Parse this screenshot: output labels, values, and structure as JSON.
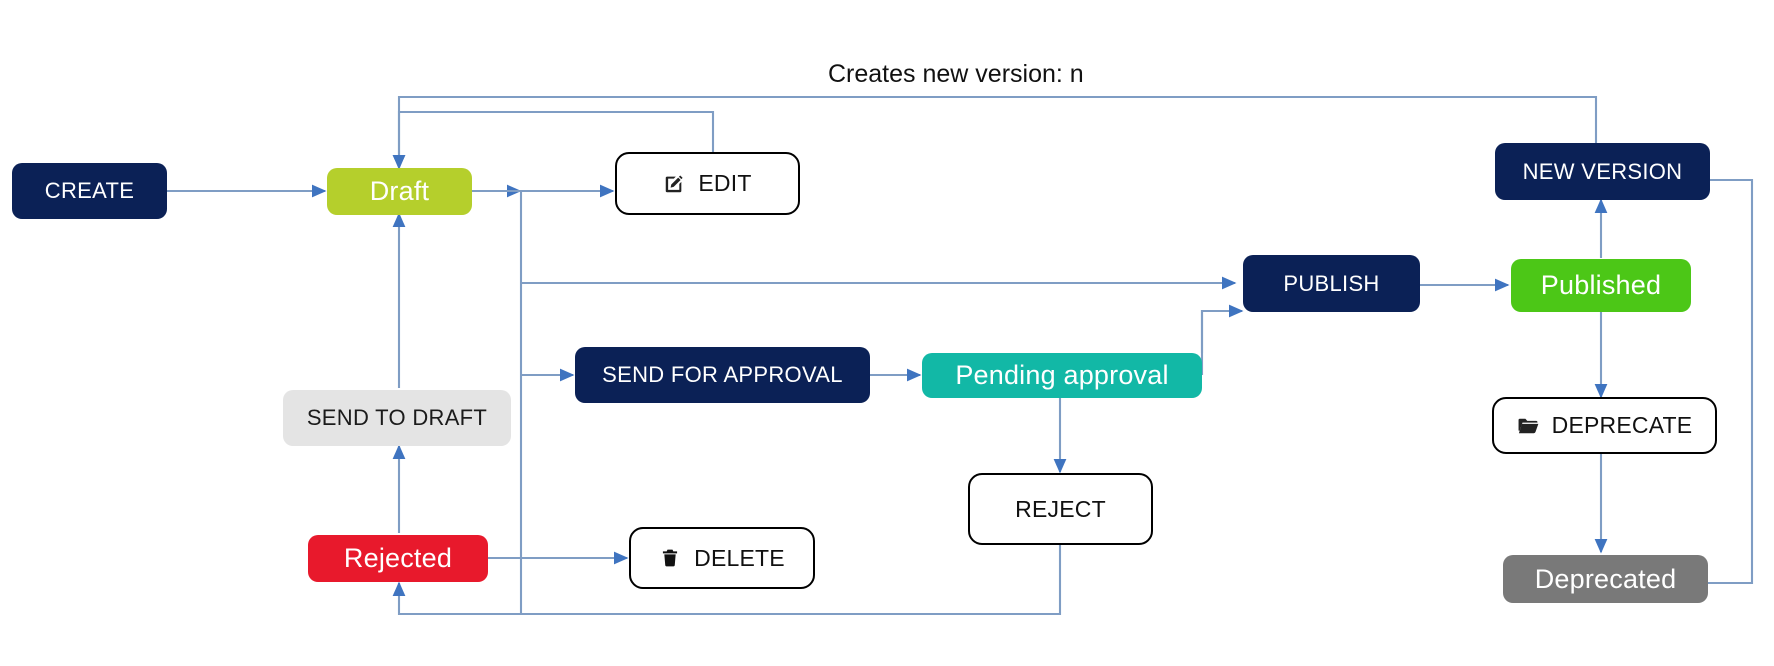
{
  "diagram": {
    "title_annotation": "Creates new version: n",
    "line_color": "#7f9dc4",
    "arrow_color": "#3f74c0",
    "palette": {
      "navy": "#0b2156",
      "olive": "#b5cf2c",
      "green": "#4cc717",
      "teal": "#12b8a6",
      "red": "#e8192c",
      "grey": "#797979",
      "light_grey": "#e4e4e4",
      "outline_black": "#000000",
      "background": "#ffffff"
    },
    "nodes": [
      {
        "id": "create",
        "label": "CREATE",
        "kind": "action",
        "style": "navy"
      },
      {
        "id": "draft",
        "label": "Draft",
        "kind": "state",
        "style": "olive"
      },
      {
        "id": "edit",
        "label": "EDIT",
        "kind": "button",
        "style": "outline",
        "icon": "edit-square-pencil-icon"
      },
      {
        "id": "publish",
        "label": "PUBLISH",
        "kind": "action",
        "style": "navy"
      },
      {
        "id": "published",
        "label": "Published",
        "kind": "state",
        "style": "green"
      },
      {
        "id": "send-for-approval",
        "label": "SEND FOR APPROVAL",
        "kind": "action",
        "style": "navy"
      },
      {
        "id": "pending-approval",
        "label": "Pending approval",
        "kind": "state",
        "style": "teal"
      },
      {
        "id": "send-to-draft",
        "label": "SEND TO DRAFT",
        "kind": "action",
        "style": "light-grey"
      },
      {
        "id": "rejected",
        "label": "Rejected",
        "kind": "state",
        "style": "red"
      },
      {
        "id": "delete",
        "label": "DELETE",
        "kind": "button",
        "style": "outline",
        "icon": "trash-can-icon"
      },
      {
        "id": "reject",
        "label": "REJECT",
        "kind": "button",
        "style": "outline"
      },
      {
        "id": "new-version",
        "label": "NEW VERSION",
        "kind": "action",
        "style": "navy"
      },
      {
        "id": "deprecate",
        "label": "DEPRECATE",
        "kind": "button",
        "style": "outline",
        "icon": "folder-icon"
      },
      {
        "id": "deprecated",
        "label": "Deprecated",
        "kind": "state",
        "style": "grey"
      }
    ],
    "edges": [
      {
        "from": "create",
        "to": "draft"
      },
      {
        "from": "draft",
        "to": "edit"
      },
      {
        "from": "edit",
        "to": "draft"
      },
      {
        "from": "draft",
        "to": "publish"
      },
      {
        "from": "publish",
        "to": "published"
      },
      {
        "from": "draft",
        "to": "send-for-approval"
      },
      {
        "from": "send-for-approval",
        "to": "pending-approval"
      },
      {
        "from": "pending-approval",
        "to": "publish"
      },
      {
        "from": "pending-approval",
        "to": "reject"
      },
      {
        "from": "reject",
        "to": "rejected"
      },
      {
        "from": "rejected",
        "to": "delete"
      },
      {
        "from": "rejected",
        "to": "send-to-draft"
      },
      {
        "from": "send-to-draft",
        "to": "draft"
      },
      {
        "from": "published",
        "to": "new-version"
      },
      {
        "from": "new-version",
        "to": "draft",
        "label": "Creates new version: n"
      },
      {
        "from": "published",
        "to": "deprecate"
      },
      {
        "from": "deprecate",
        "to": "deprecated"
      },
      {
        "from": "deprecated",
        "to": "new-version"
      }
    ]
  }
}
